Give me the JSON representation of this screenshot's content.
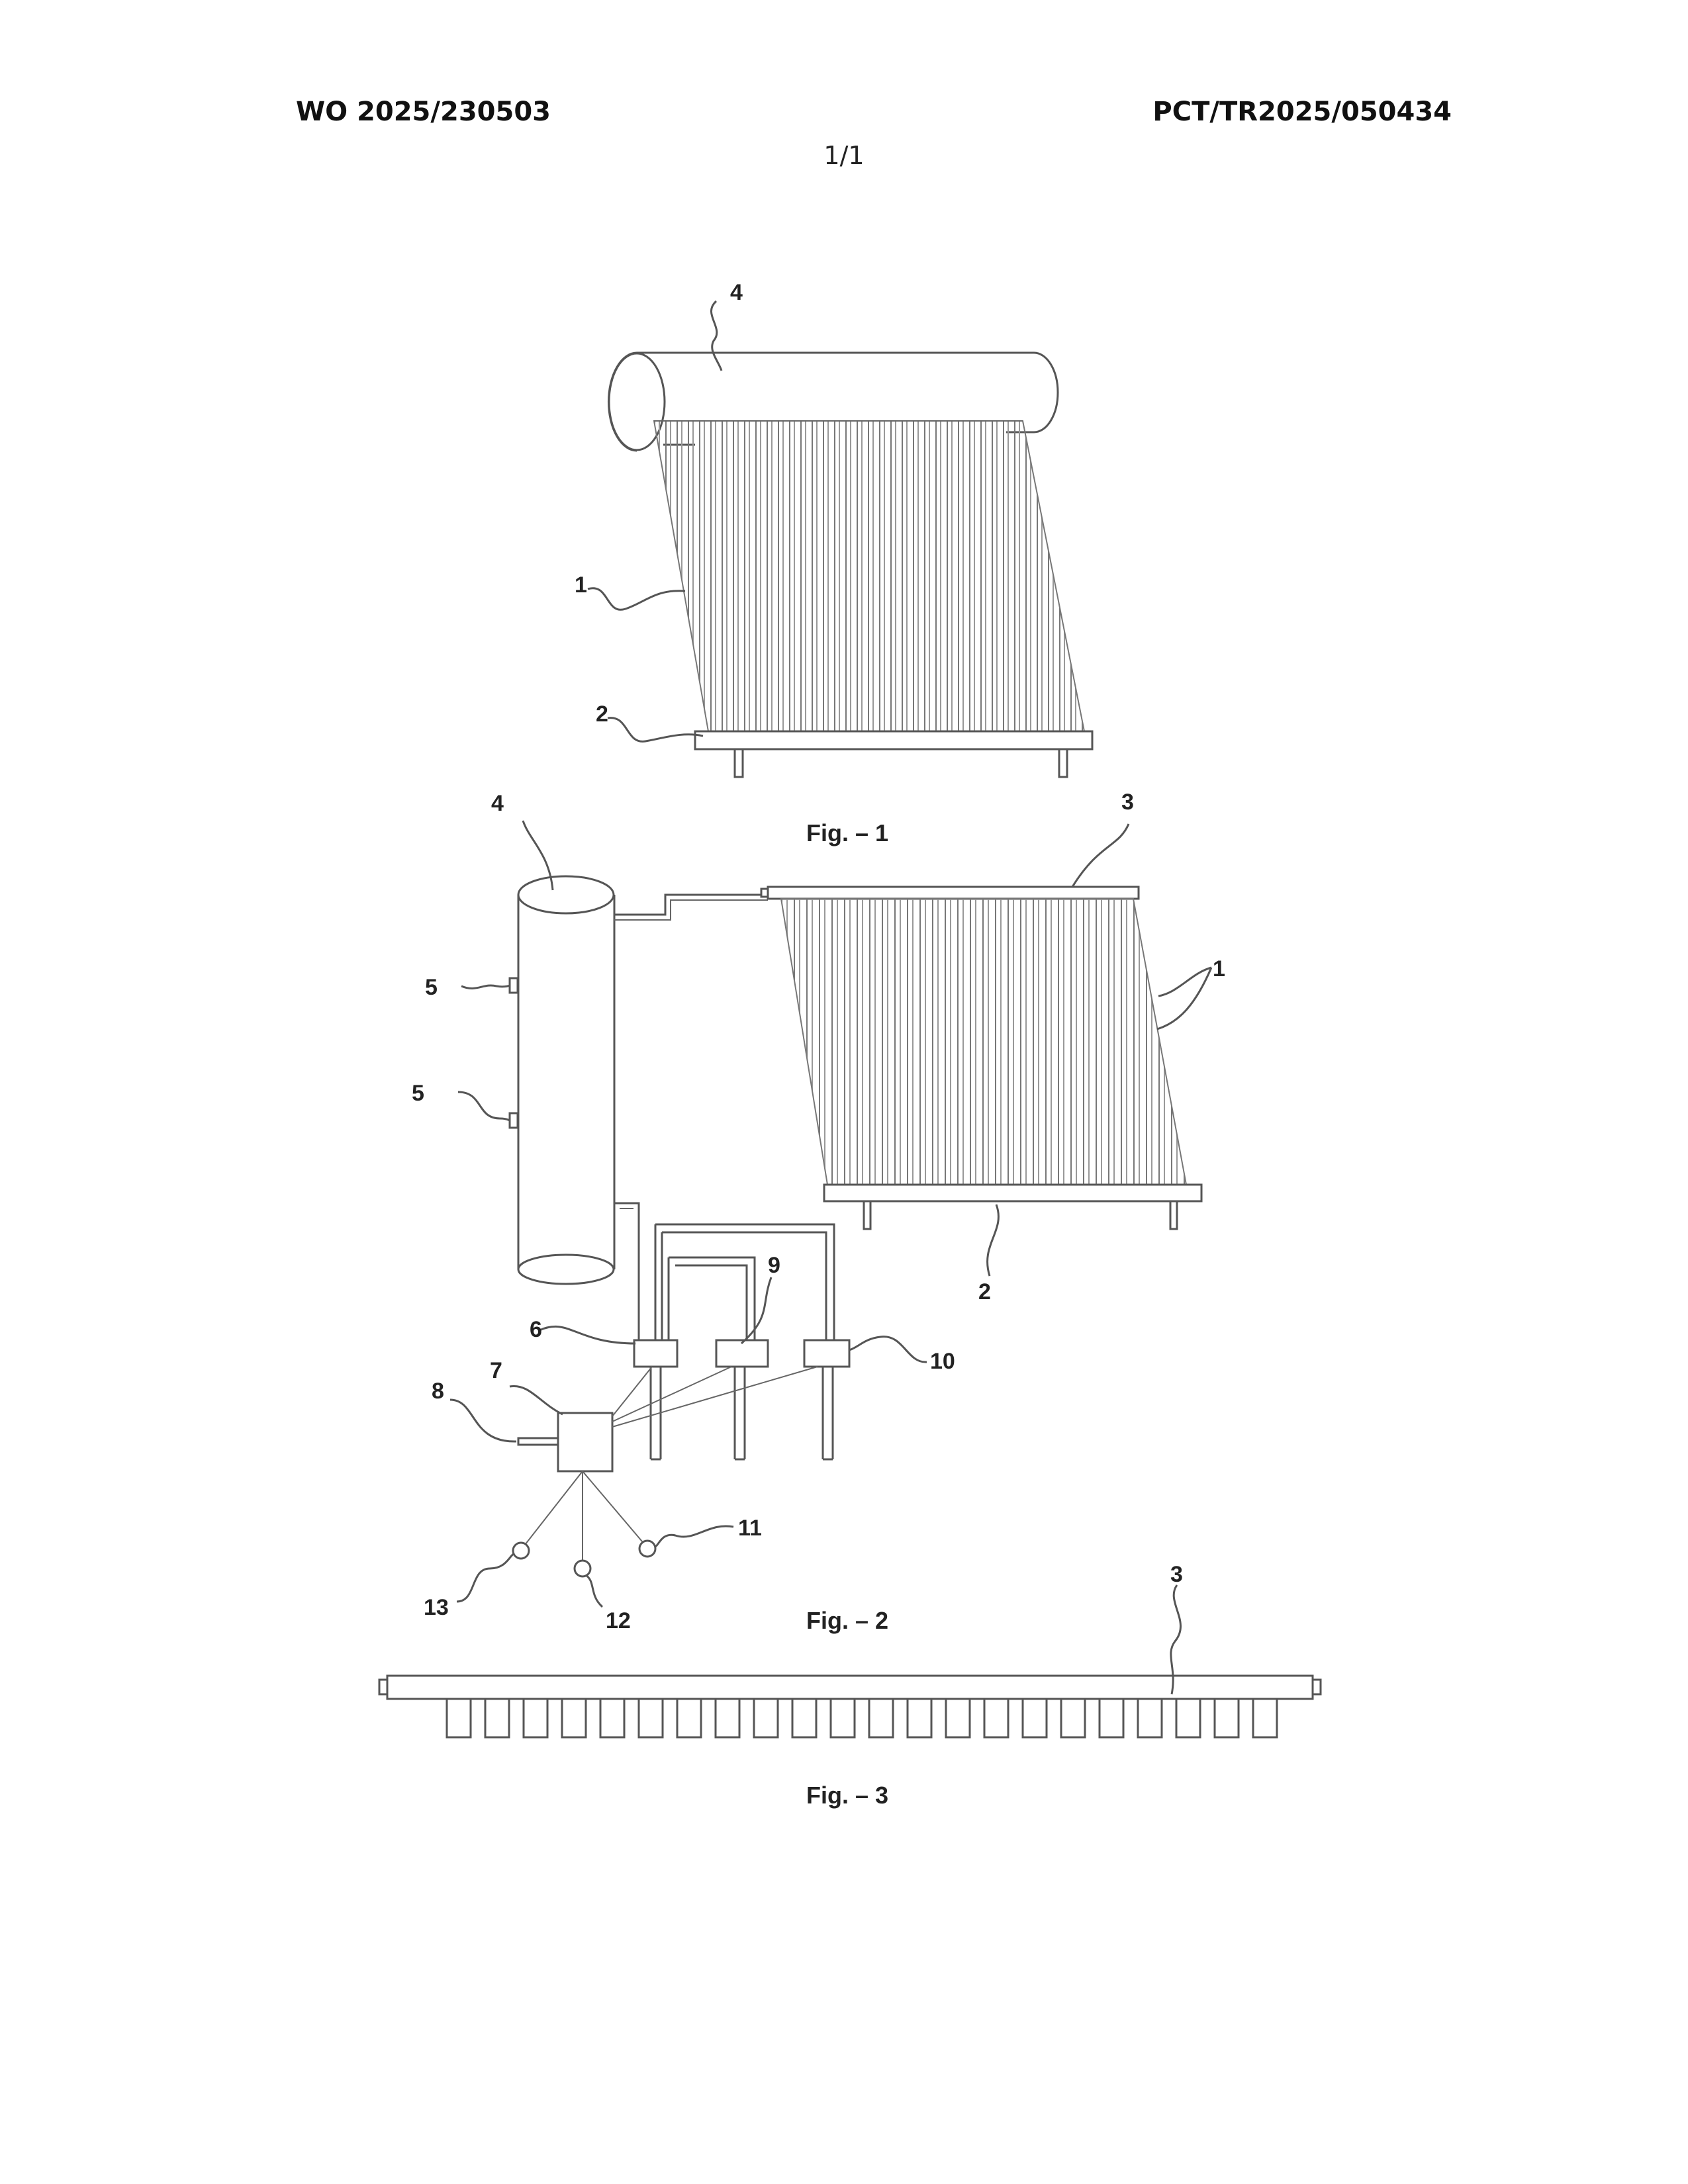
{
  "header": {
    "publication_number": "WO 2025/230503",
    "application_number": "PCT/TR2025/050434",
    "sheet": "1/1"
  },
  "figures": [
    {
      "caption": "Fig. – 1",
      "reference_numerals": [
        "4",
        "1",
        "2"
      ]
    },
    {
      "caption": "Fig. – 2",
      "reference_numerals": [
        "4",
        "3",
        "5",
        "5",
        "1",
        "2",
        "6",
        "9",
        "10",
        "7",
        "8",
        "11",
        "13",
        "12"
      ]
    },
    {
      "caption": "Fig. – 3",
      "reference_numerals": [
        "3"
      ]
    }
  ]
}
